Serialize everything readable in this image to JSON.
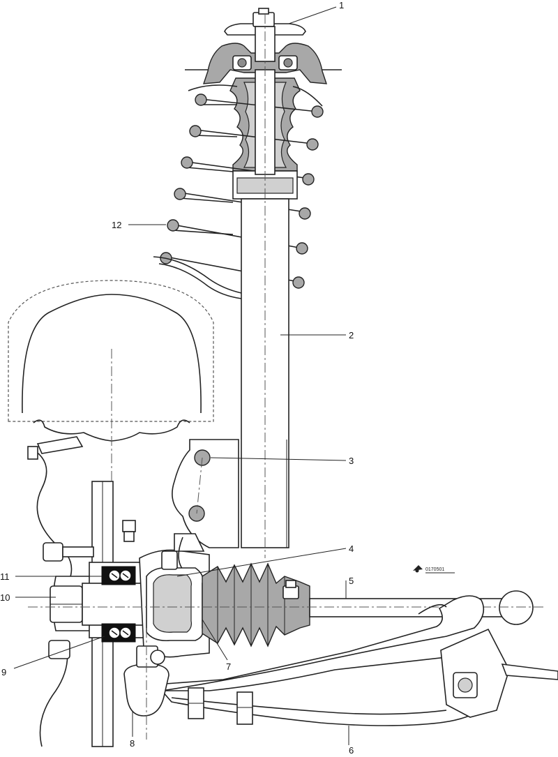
{
  "figure": {
    "code": "0170501",
    "callouts": [
      "1",
      "2",
      "3",
      "4",
      "5",
      "6",
      "7",
      "8",
      "9",
      "10",
      "11",
      "12"
    ]
  }
}
